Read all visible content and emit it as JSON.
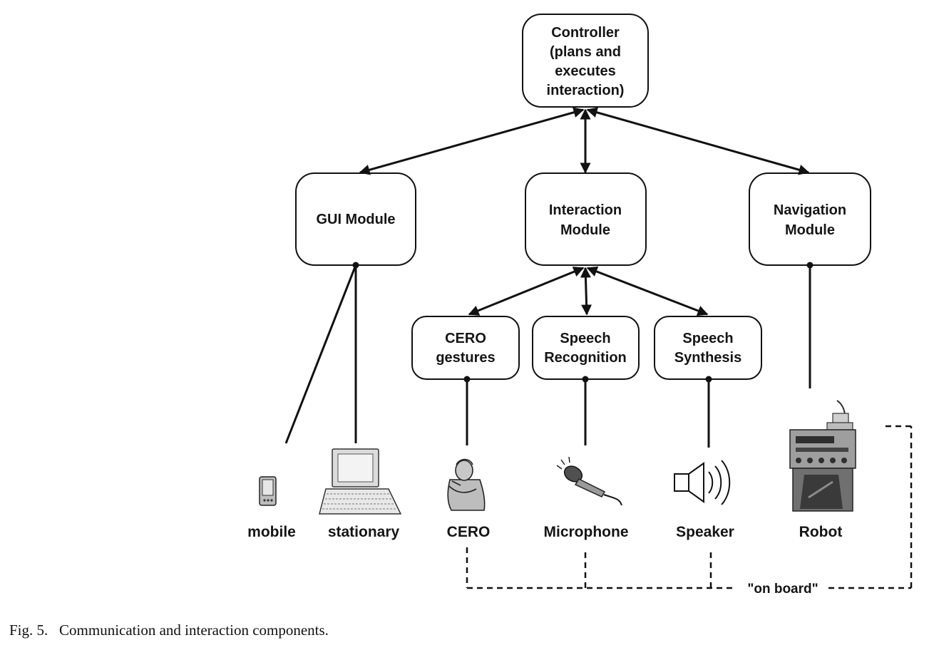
{
  "nodes": {
    "controller": [
      "Controller",
      "(plans and",
      "executes",
      "interaction)"
    ],
    "gui": [
      "GUI Module"
    ],
    "interaction": [
      "Interaction",
      "Module"
    ],
    "navigation": [
      "Navigation",
      "Module"
    ],
    "gestures": [
      "CERO",
      "gestures"
    ],
    "recognition": [
      "Speech",
      "Recognition"
    ],
    "synthesis": [
      "Speech",
      "Synthesis"
    ]
  },
  "devices": {
    "mobile": "mobile",
    "stationary": "stationary",
    "cero": "CERO",
    "microphone": "Microphone",
    "speaker": "Speaker",
    "robot": "Robot"
  },
  "onboard_label": "\"on board\"",
  "caption": "Fig. 5.   Communication and interaction components."
}
